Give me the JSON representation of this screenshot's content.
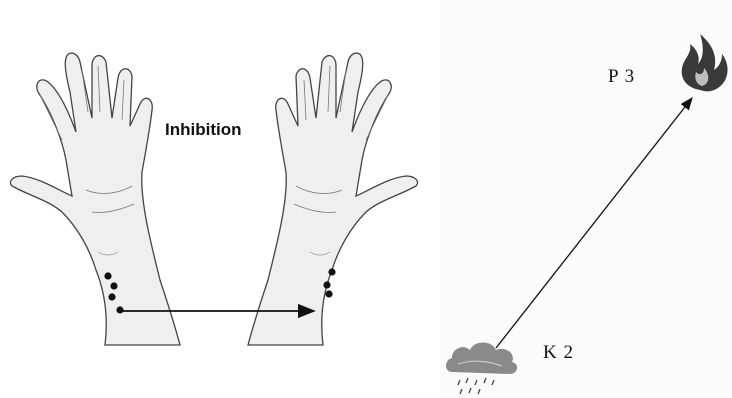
{
  "title": "Inhibition",
  "points": {
    "p3": {
      "label": "P 3",
      "icon": "fire-icon"
    },
    "k2": {
      "label": "K 2",
      "icon": "rain-cloud-icon"
    }
  },
  "icons": {
    "left_hand": "left-hand-palm-icon",
    "right_hand": "right-hand-palm-icon"
  },
  "colors": {
    "ink": "#111111",
    "skin_fill": "#efefef",
    "fire": "#3a3a3a",
    "cloud": "#8a8a8a"
  }
}
